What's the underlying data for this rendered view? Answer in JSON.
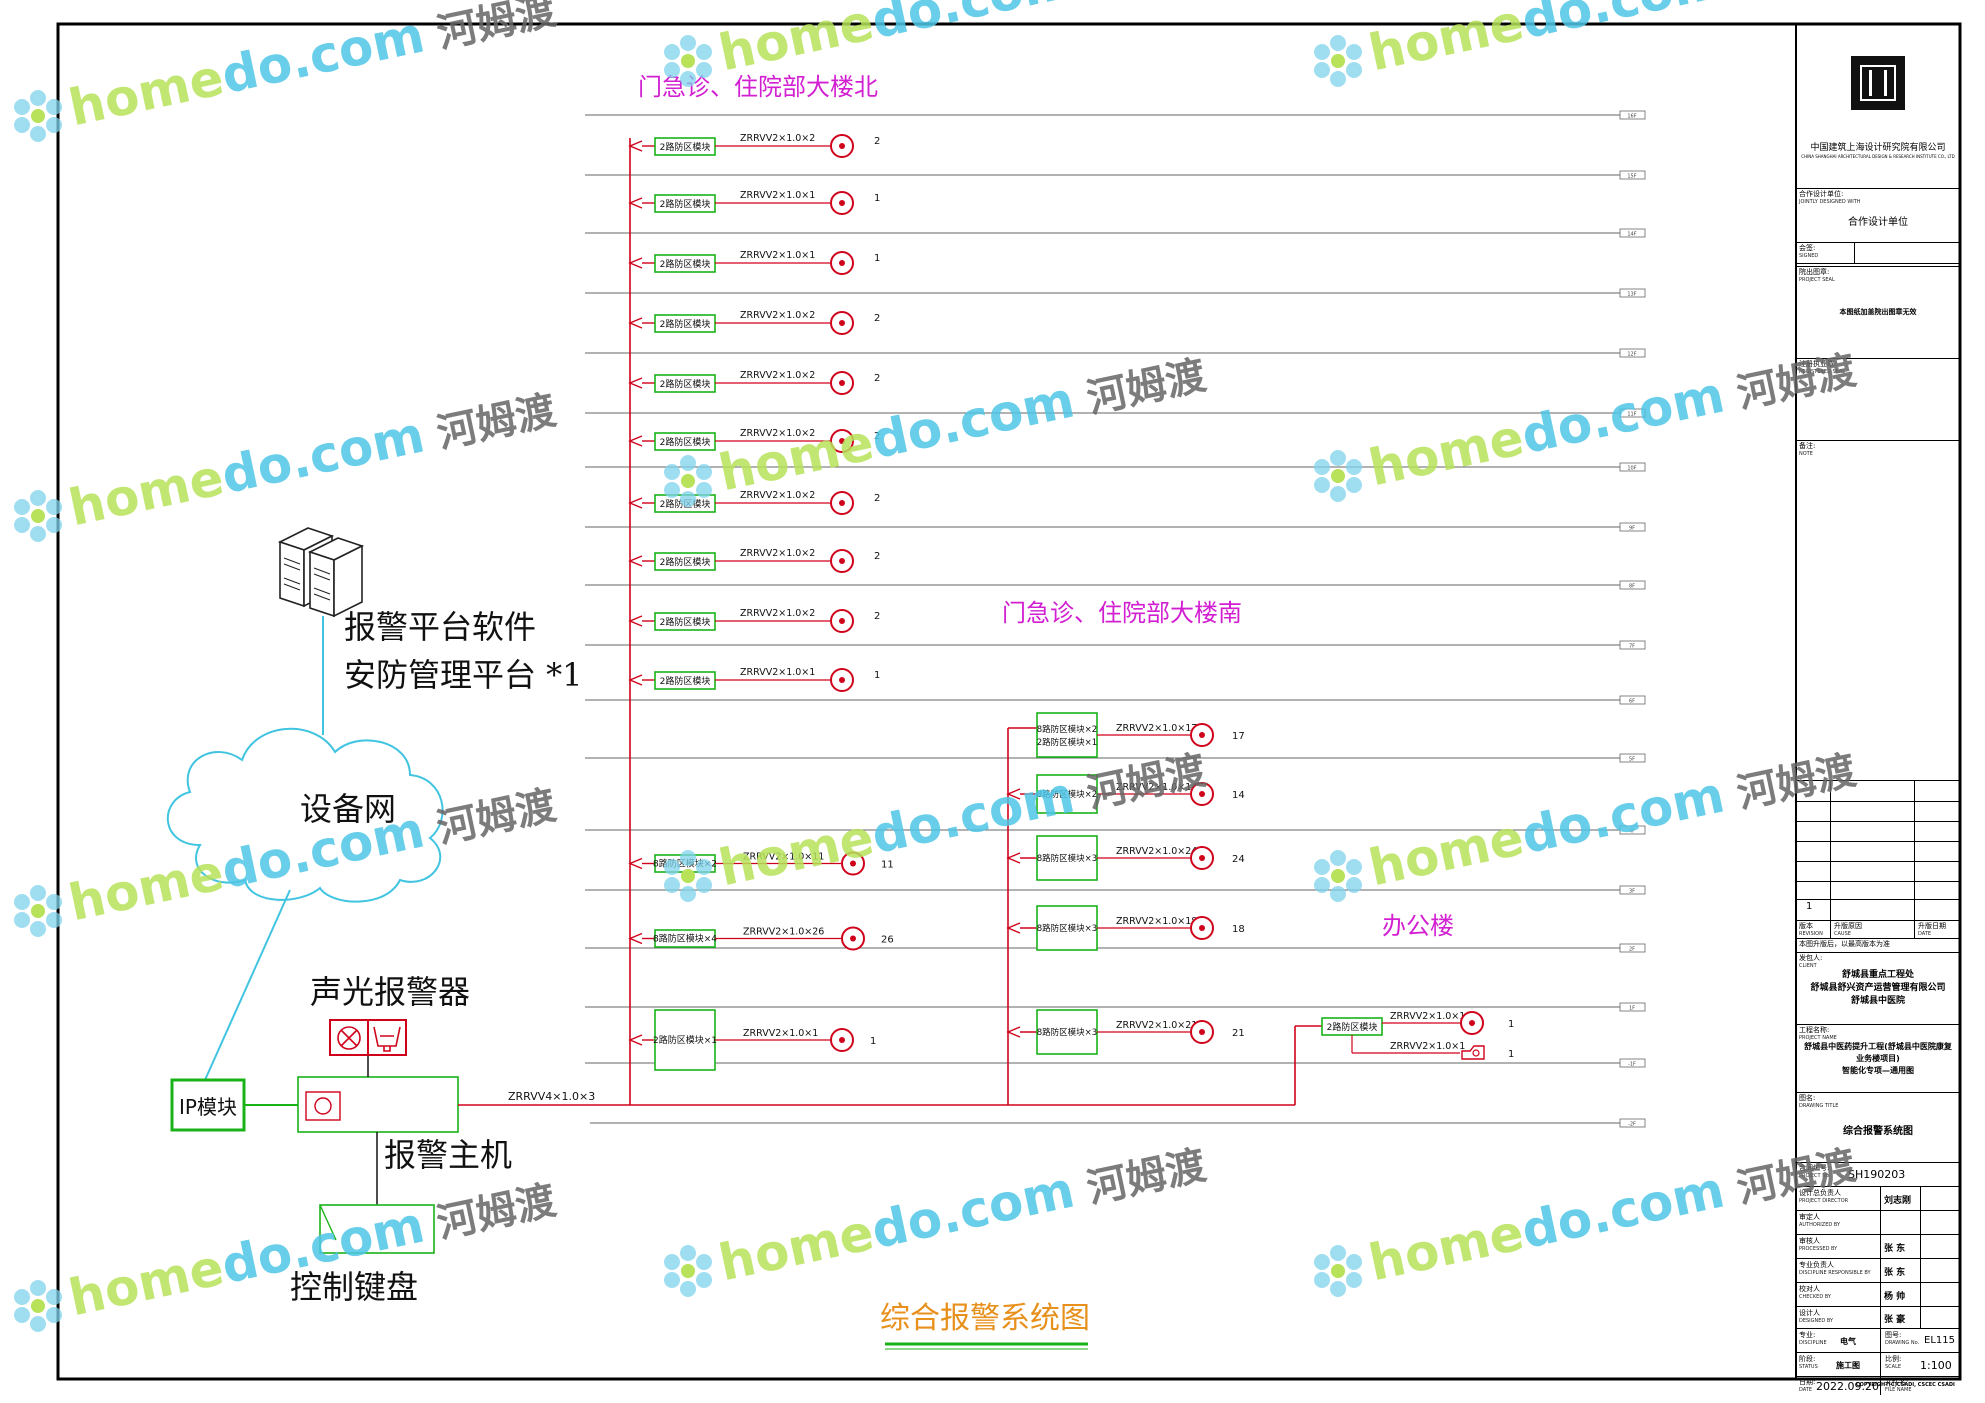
{
  "labels": {
    "north_building": "门急诊、住院部大楼北",
    "south_building": "门急诊、住院部大楼南",
    "office_building": "办公楼",
    "server_caption_1": "报警平台软件",
    "server_caption_2": "安防管理平台 *1",
    "network": "设备网",
    "ip_module": "IP模块",
    "alarm_device": "声光报警器",
    "alarm_host": "报警主机",
    "keyboard": "控制键盘",
    "trunk_cable": "ZRRVV4×1.0×3",
    "drawing_title": "综合报警系统图"
  },
  "north_branches": [
    {
      "module": "2路防区模块",
      "cable": "ZRRVV2×1.0×2",
      "count": "2"
    },
    {
      "module": "2路防区模块",
      "cable": "ZRRVV2×1.0×1",
      "count": "1"
    },
    {
      "module": "2路防区模块",
      "cable": "ZRRVV2×1.0×1",
      "count": "1"
    },
    {
      "module": "2路防区模块",
      "cable": "ZRRVV2×1.0×2",
      "count": "2"
    },
    {
      "module": "2路防区模块",
      "cable": "ZRRVV2×1.0×2",
      "count": "2"
    },
    {
      "module": "2路防区模块",
      "cable": "ZRRVV2×1.0×2",
      "count": "2"
    },
    {
      "module": "2路防区模块",
      "cable": "ZRRVV2×1.0×2",
      "count": "2"
    },
    {
      "module": "2路防区模块",
      "cable": "ZRRVV2×1.0×2",
      "count": "2"
    },
    {
      "module": "2路防区模块",
      "cable": "ZRRVV2×1.0×2",
      "count": "2"
    },
    {
      "module": "2路防区模块",
      "cable": "ZRRVV2×1.0×1",
      "count": "1"
    }
  ],
  "lower_branches": [
    {
      "module": "8路防区模块×2",
      "cable": "ZRRVV2×1.0×11",
      "count": "11"
    },
    {
      "module": "8路防区模块×4",
      "cable": "ZRRVV2×1.0×26",
      "count": "26"
    },
    {
      "module": "2路防区模块×1",
      "cable": "ZRRVV2×1.0×1",
      "count": "1"
    }
  ],
  "south_branches": [
    {
      "module_1": "8路防区模块×2",
      "module_2": "2路防区模块×1",
      "cable": "ZRRVV2×1.0×17",
      "count": "17"
    },
    {
      "module_1": "8路防区模块×2",
      "module_2": "",
      "cable": "ZRRVV2×1.0×14",
      "count": "14"
    },
    {
      "module_1": "8路防区模块×3",
      "module_2": "",
      "cable": "ZRRVV2×1.0×24",
      "count": "24"
    },
    {
      "module_1": "8路防区模块×3",
      "module_2": "",
      "cable": "ZRRVV2×1.0×18",
      "count": "18"
    },
    {
      "module_1": "8路防区模块×3",
      "module_2": "",
      "cable": "ZRRVV2×1.0×21",
      "count": "21"
    }
  ],
  "office": {
    "module": "2路防区模块",
    "rows": [
      {
        "cable": "ZRRVV2×1.0×1",
        "count": "1",
        "device": "button"
      },
      {
        "cable": "ZRRVV2×1.0×1",
        "count": "1",
        "device": "foot"
      }
    ]
  },
  "floor_tags": [
    "16F",
    "15F",
    "14F",
    "13F",
    "12F",
    "11F",
    "10F",
    "9F",
    "8F",
    "7F",
    "6F",
    "5F",
    "4F",
    "3F",
    "2F",
    "1F",
    "-1F",
    "-2F"
  ],
  "colors": {
    "red": "#d0021b",
    "green": "#19b319",
    "magenta": "#d21fd2",
    "cyan": "#40c4e0",
    "title": "#e8901c"
  },
  "title_block": {
    "company_cn": "中国建筑上海设计研究院有限公司",
    "company_en": "CHINA SHANGHAI ARCHITECTURAL DESIGN & RESEARCH INSTITUTE CO., LTD",
    "joint_label": "合作设计单位:",
    "joint_label_en": "JOINTLY DESIGNED WITH",
    "joint_value": "合作设计单位",
    "sign_label": "会签:",
    "sign_label_en": "SIGNED",
    "seal_label": "院出图章:",
    "seal_label_en": "PROJECT SEAL",
    "seal_note": "本图纸加盖院出图章无效",
    "reg_label": "注册执业章:",
    "reg_label_en": "REGISTERED SEAL",
    "note_label": "备注:",
    "note_label_en": "NOTE",
    "revision_num": "1",
    "revision_label": "版本",
    "revision_label_en": "REVISION",
    "cause_label": "升版原因",
    "cause_label_en": "CAUSE",
    "date_label": "升版日期",
    "date_label_en": "DATE",
    "version_note": "本图升版后，以最高版本为准",
    "client_label": "发包人:",
    "client_label_en": "CLIENT",
    "client_1": "舒城县重点工程处",
    "client_2": "舒城县舒兴资产运营管理有限公司",
    "client_3": "舒城县中医院",
    "project_label": "工程名称:",
    "project_label_en": "PROJECT NAME",
    "project_1": "舒城县中医药提升工程(舒城县中医院康复",
    "project_2": "业务楼项目)",
    "project_3": "智能化专项—通用图",
    "dtitle_label": "图名:",
    "dtitle_label_en": "DRAWING TITLE",
    "dtitle_value": "综合报警系统图",
    "contract_label": "合同编号:",
    "contract_label_en": "PROJECT No.",
    "contract_value": "SH190203",
    "director_label": "设计总负责人",
    "director_label_en": "PROJECT DIRECTOR",
    "director_value": "刘志刚",
    "auth_label": "审定人",
    "auth_label_en": "AUTHORIZED BY",
    "auth_value": "",
    "proc_label": "审核人",
    "proc_label_en": "PROCESSED BY",
    "proc_value": "张 东",
    "disc_label": "专业负责人",
    "disc_label_en": "DISCIPLINE RESPONSIBLE BY",
    "disc_value": "张 东",
    "chk_label": "校对人",
    "chk_label_en": "CHECKED BY",
    "chk_value": "杨 帅",
    "des_label": "设计人",
    "des_label_en": "DESIGNED BY",
    "des_value": "张 豪",
    "major_label": "专业:",
    "major_label_en": "DISCIPLINE",
    "major_value": "电气",
    "dno_label": "图号:",
    "dno_label_en": "DRAWING No.",
    "dno_value": "EL115",
    "status_label": "阶段:",
    "status_label_en": "STATUS",
    "status_value": "施工图",
    "scale_label": "比例:",
    "scale_label_en": "SCALE",
    "scale_value": "1:100",
    "date2_label": "日期:",
    "date2_label_en": "DATE",
    "date2_value": "2022.09.20",
    "file_label": "文件名:",
    "file_label_en": "FILE NAME",
    "copyright": "COPYRIGHT(C)CSADI, CSCEC CSADI"
  },
  "watermark": {
    "part1": "home",
    "part2": "do",
    "part3": ".com",
    "part4": "河姆渡"
  }
}
